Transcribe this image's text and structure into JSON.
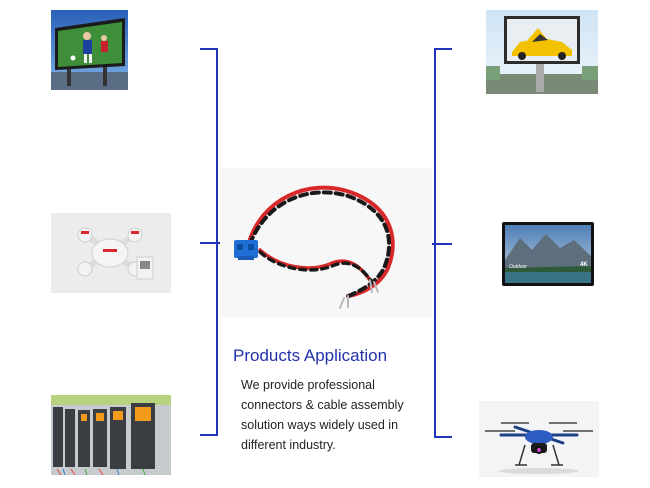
{
  "title": "Products Application",
  "description": [
    "We provide professional",
    "connectors & cable assembly",
    "solution ways widely used in",
    "different industry."
  ],
  "thumbnails": {
    "left": [
      "stadium-billboard",
      "drone",
      "industrial-control-cabinet"
    ],
    "right": [
      "outdoor-billboard-car",
      "outdoor-tv",
      "quadcopter-drone"
    ]
  },
  "tv_screen": {
    "brand": "Outdoor",
    "resolution": "4K"
  },
  "colors": {
    "accent": "#2233bb",
    "title": "#2233aa",
    "wire_red": "#d8282a",
    "wire_black": "#1a1a1a",
    "connector_blue": "#1f6fd6"
  }
}
